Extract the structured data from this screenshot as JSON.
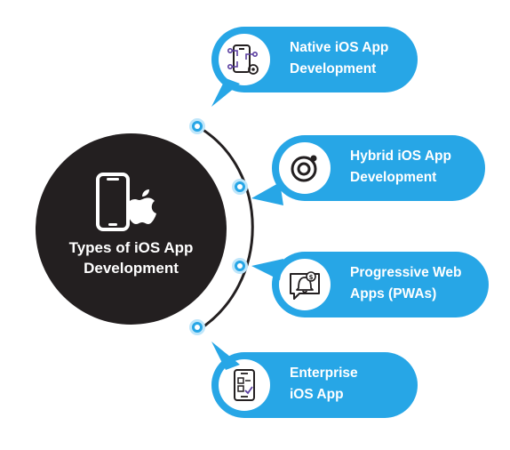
{
  "hub": {
    "title": "Types of iOS App Development",
    "icon": "iphone-apple-icon"
  },
  "items": [
    {
      "label": "Native iOS App\nDevelopment",
      "icon": "mobile-circuit-icon"
    },
    {
      "label": "Hybrid iOS App\nDevelopment",
      "icon": "ionic-icon"
    },
    {
      "label": "Progressive Web\nApps (PWAs)",
      "icon": "notification-bell-icon"
    },
    {
      "label": "Enterprise\niOS App",
      "icon": "phone-checklist-icon"
    }
  ],
  "colors": {
    "accent": "#27a6e6",
    "hub": "#231f20",
    "connector": "#231f20"
  }
}
